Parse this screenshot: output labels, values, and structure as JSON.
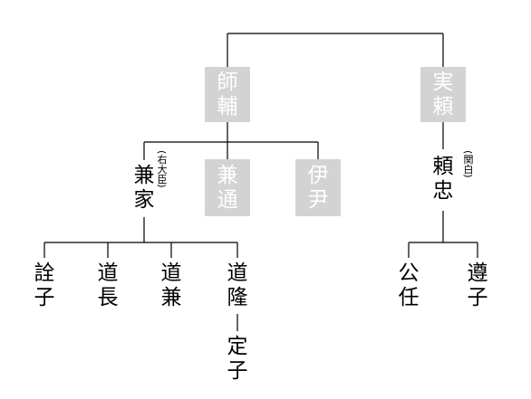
{
  "colors": {
    "highlight_bg": "#d3d3d3",
    "highlight_text": "#ffffff",
    "line": "#000000"
  },
  "nodes": {
    "morosuke": "師輔",
    "saneyori": "実頼",
    "kaneie": "兼家",
    "kaneie_title": "(右大臣)",
    "kanemichi": "兼通",
    "koretada": "伊尹",
    "yoritada": "頼忠",
    "yoritada_title": "(関白)",
    "senshi": "詮子",
    "michinaga": "道長",
    "michikane": "道兼",
    "michitaka": "道隆",
    "teishi": "定子",
    "kinto": "公任",
    "junshi": "遵子"
  }
}
